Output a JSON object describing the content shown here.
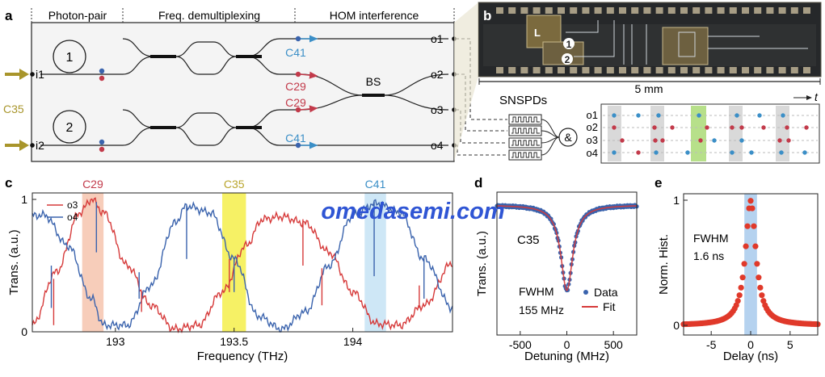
{
  "panels": {
    "a": {
      "letter": "a",
      "sections": [
        "Photon-pair",
        "Freq. demultiplexing",
        "HOM interference"
      ],
      "sources": [
        "1",
        "2"
      ],
      "inputs": [
        "i1",
        "i2"
      ],
      "pump": "C35",
      "channels": [
        "C41",
        "C29",
        "C29",
        "C41"
      ],
      "beamsplitter": "BS",
      "outputs": [
        "o1",
        "o2",
        "o3",
        "o4"
      ],
      "detector": "SNSPDs",
      "coincidence": "&"
    },
    "b": {
      "letter": "b",
      "labels": [
        "L",
        "1",
        "2"
      ],
      "scalebar": "5 mm"
    },
    "timing": {
      "time_axis": "t",
      "rows": [
        "o1",
        "o2",
        "o3",
        "o4"
      ]
    },
    "c": {
      "letter": "c"
    },
    "d": {
      "letter": "d",
      "annotation": "C35",
      "fwhm_label": "FWHM",
      "fwhm_value": "155 MHz"
    },
    "e": {
      "letter": "e",
      "fwhm_label": "FWHM",
      "fwhm_value": "1.6 ns"
    }
  },
  "watermark": "omedasemi.com",
  "colors": {
    "red": "#d63a3a",
    "blue": "#3a63ad",
    "gold": "#a8952b",
    "c29": "#c23a4a",
    "c41": "#3b8fc7",
    "c35": "#b9a52c"
  },
  "chart_data": [
    {
      "type": "line",
      "panel": "c",
      "xlabel": "Frequency (THz)",
      "ylabel": "Trans. (a.u.)",
      "xticks": [
        "193",
        "193.5",
        "194"
      ],
      "yticks": [
        "0",
        "1"
      ],
      "xlim": [
        192.65,
        194.42
      ],
      "ylim": [
        0,
        1
      ],
      "highlights": [
        {
          "label": "C29",
          "range": [
            192.86,
            192.95
          ],
          "color": "#f6c4ae"
        },
        {
          "label": "C35",
          "range": [
            193.45,
            193.55
          ],
          "color": "#f4ef4a"
        },
        {
          "label": "C41",
          "range": [
            194.05,
            194.14
          ],
          "color": "#c5e3f5"
        }
      ],
      "series": [
        {
          "name": "o3",
          "color": "#d63a3a",
          "x": [
            192.65,
            192.75,
            192.85,
            192.9,
            192.95,
            193.05,
            193.15,
            193.25,
            193.35,
            193.45,
            193.55,
            193.62,
            193.7,
            193.8,
            193.9,
            194.0,
            194.1,
            194.2,
            194.3,
            194.42
          ],
          "y": [
            0.05,
            0.45,
            0.9,
            1.0,
            0.9,
            0.5,
            0.2,
            0.02,
            0.05,
            0.3,
            0.65,
            0.85,
            0.87,
            0.82,
            0.6,
            0.3,
            0.06,
            0.05,
            0.2,
            0.52
          ]
        },
        {
          "name": "o4",
          "color": "#3a63ad",
          "x": [
            192.65,
            192.7,
            192.8,
            192.9,
            192.95,
            193.05,
            193.15,
            193.25,
            193.3,
            193.4,
            193.5,
            193.6,
            193.7,
            193.8,
            193.9,
            194.0,
            194.1,
            194.2,
            194.3,
            194.42
          ],
          "y": [
            0.88,
            0.88,
            0.65,
            0.25,
            0.05,
            0.05,
            0.35,
            0.82,
            0.95,
            0.9,
            0.55,
            0.12,
            0.02,
            0.15,
            0.5,
            0.88,
            0.97,
            0.9,
            0.55,
            0.18
          ]
        }
      ]
    },
    {
      "type": "scatter",
      "panel": "d",
      "xlabel": "Detuning (MHz)",
      "ylabel": "Trans. (a.u.)",
      "xticks": [
        "-500",
        "0",
        "500"
      ],
      "xlim": [
        -750,
        750
      ],
      "ylim": [
        0,
        1
      ],
      "fwhm_mhz": 155,
      "depth": 0.68,
      "series": [
        {
          "name": "Data",
          "color": "#3a63ad"
        },
        {
          "name": "Fit",
          "color": "#d63a3a"
        }
      ]
    },
    {
      "type": "scatter",
      "panel": "e",
      "xlabel": "Delay (ns)",
      "ylabel": "Norm. Hist.",
      "xticks": [
        "-5",
        "0",
        "5"
      ],
      "yticks": [
        "0",
        "1"
      ],
      "xlim": [
        -8.5,
        8.5
      ],
      "ylim": [
        0,
        1
      ],
      "fwhm_ns": 1.6,
      "band": [
        -0.8,
        0.8
      ],
      "series": [
        {
          "name": "Norm. Hist.",
          "color": "#e0392a"
        }
      ]
    }
  ]
}
